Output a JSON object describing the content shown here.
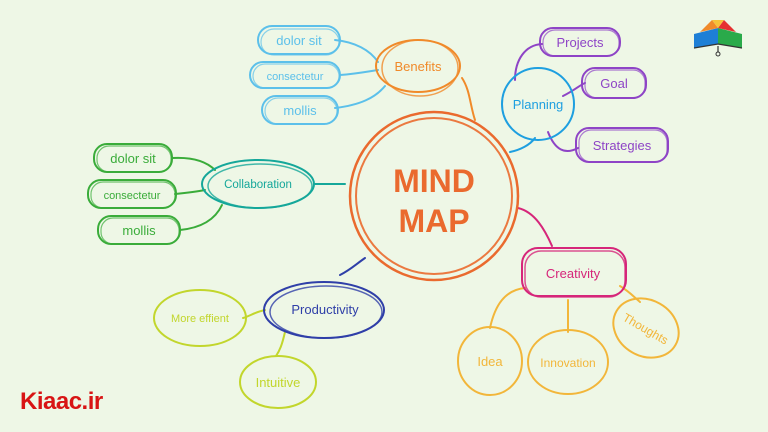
{
  "center": {
    "line1": "MIND",
    "line2": "MAP",
    "color": "#ea6a2e"
  },
  "branches": {
    "benefits": {
      "label": "Benefits",
      "color": "#f08a2a"
    },
    "planning": {
      "label": "Planning",
      "color": "#1e9fe0"
    },
    "collaboration": {
      "label": "Collaboration",
      "color": "#15a79a"
    },
    "productivity": {
      "label": "Productivity",
      "color": "#2f3fa8"
    },
    "creativity": {
      "label": "Creativity",
      "color": "#d6267a"
    }
  },
  "leaves": {
    "benefits_1": {
      "label": "dolor sit",
      "color": "#5cc0ea"
    },
    "benefits_2": {
      "label": "consectetur",
      "color": "#5cc0ea"
    },
    "benefits_3": {
      "label": "mollis",
      "color": "#5cc0ea"
    },
    "planning_1": {
      "label": "Projects",
      "color": "#8e44c6"
    },
    "planning_2": {
      "label": "Goal",
      "color": "#8e44c6"
    },
    "planning_3": {
      "label": "Strategies",
      "color": "#8e44c6"
    },
    "collab_1": {
      "label": "dolor sit",
      "color": "#3aac3a"
    },
    "collab_2": {
      "label": "consectetur",
      "color": "#3aac3a"
    },
    "collab_3": {
      "label": "mollis",
      "color": "#3aac3a"
    },
    "prod_1": {
      "label": "More effient",
      "color": "#c2d62c"
    },
    "prod_2": {
      "label": "Intuitive",
      "color": "#c2d62c"
    },
    "creat_1": {
      "label": "Idea",
      "color": "#f2b63a"
    },
    "creat_2": {
      "label": "Innovation",
      "color": "#f2b63a"
    },
    "creat_3": {
      "label": "Thoughts",
      "color": "#f2b63a"
    }
  },
  "logo": {
    "text": "Kiaac.ir",
    "color": "#d81414"
  }
}
